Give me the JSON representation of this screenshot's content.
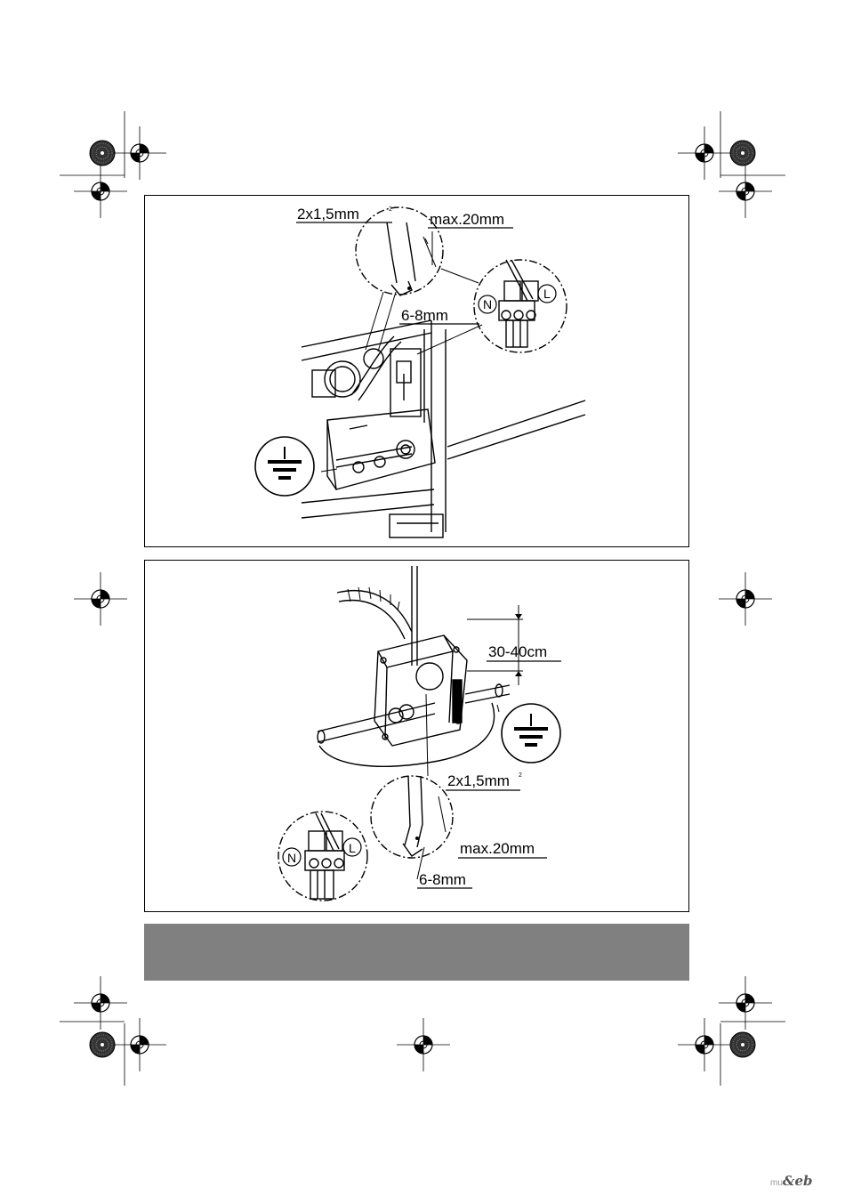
{
  "figure_top": {
    "cable_spec": "2x1,5mm",
    "cable_spec_sup": "2",
    "strip_length": "max.20mm",
    "wire_strip": "6-8mm",
    "terminal_n": "N",
    "terminal_l": "L",
    "ground_icon": "ground-symbol-icon"
  },
  "figure_bottom": {
    "mount_height": "30-40cm",
    "cable_spec": "2x1,5mm",
    "cable_spec_sup": "2",
    "strip_length": "max.20mm",
    "wire_strip": "6-8mm",
    "terminal_n": "N",
    "terminal_l": "L",
    "ground_icon": "ground-symbol-icon"
  },
  "footer": {
    "band_color": "#808080",
    "logo_small": "mu",
    "logo_main": "&eb"
  }
}
